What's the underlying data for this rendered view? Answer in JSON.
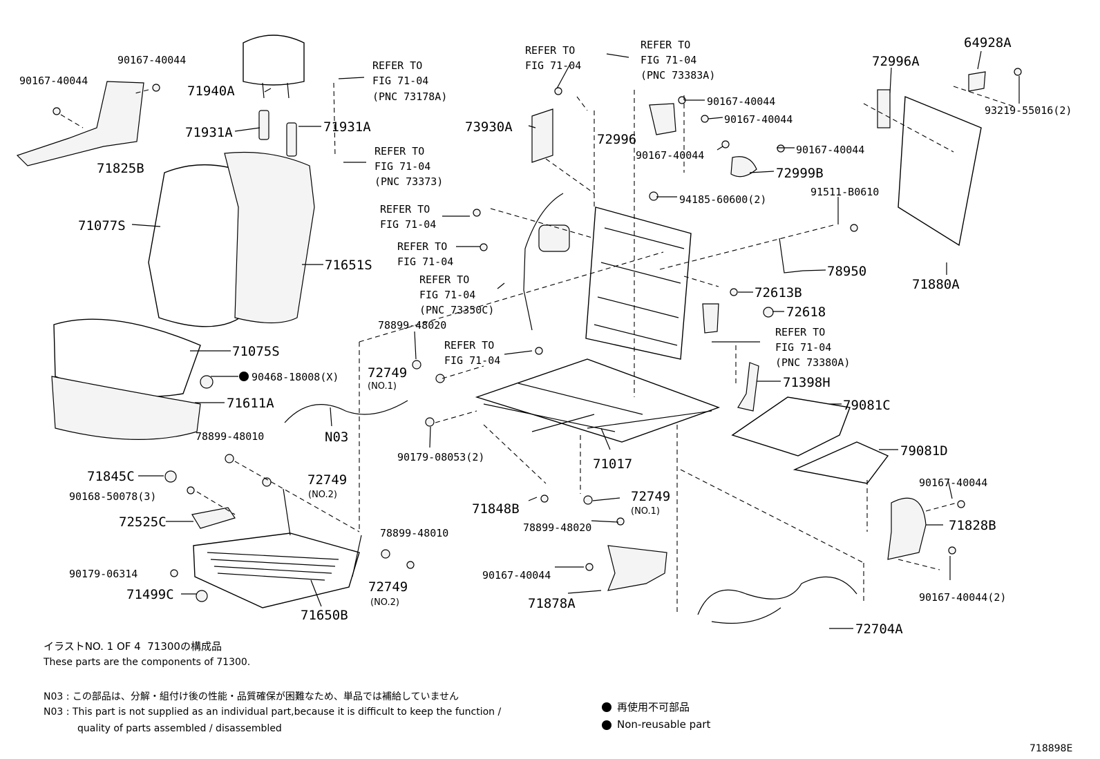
{
  "labels": {
    "l_90167_40044_a": "90167-40044",
    "l_90167_40044_b": "90167-40044",
    "l_71940a": "71940A",
    "l_71931a_l": "71931A",
    "l_71931a_r": "71931A",
    "l_71825b": "71825B",
    "l_71077s": "71077S",
    "l_71651s": "71651S",
    "l_71075s": "71075S",
    "l_90468": "90468-18008(X)",
    "l_71611a": "71611A",
    "l_78899_48010_a": "78899-48010",
    "l_71845c": "71845C",
    "l_90168": "90168-50078(3)",
    "l_72749_no2_a": "72749",
    "l_72749_no2_a_sub": "(NO.2)",
    "l_72525c": "72525C",
    "l_90179_06314": "90179-06314",
    "l_71499c": "71499C",
    "l_71650b": "71650B",
    "l_78899_48010_b": "78899-48010",
    "l_72749_no2_b": "72749",
    "l_72749_no2_b_sub": "(NO.2)",
    "l_n03": "N03",
    "l_78899_48020_a": "78899-48020",
    "l_72749_no1_a": "72749",
    "l_72749_no1_a_sub": "(NO.1)",
    "l_90179_08053": "90179-08053(2)",
    "l_73930a": "73930A",
    "l_72996": "72996",
    "l_71017": "71017",
    "l_71848b": "71848B",
    "l_72749_no1_b": "72749",
    "l_72749_no1_b_sub": "(NO.1)",
    "l_78899_48020_b": "78899-48020",
    "l_90167_40044_c": "90167-40044",
    "l_71878a": "71878A",
    "l_90167_40044_d": "90167-40044",
    "l_90167_40044_e": "90167-40044",
    "l_90167_40044_f": "90167-40044",
    "l_90167_40044_g": "90167-40044",
    "l_72999b": "72999B",
    "l_94185": "94185-60600(2)",
    "l_91511": "91511-B0610",
    "l_78950": "78950",
    "l_72613b": "72613B",
    "l_72618": "72618",
    "l_71398h": "71398H",
    "l_79081c": "79081C",
    "l_79081d": "79081D",
    "l_72996a": "72996A",
    "l_64928a": "64928A",
    "l_93219": "93219-55016(2)",
    "l_71880a": "71880A",
    "l_90167_40044_h": "90167-40044",
    "l_71828b": "71828B",
    "l_90167_40044_2": "90167-40044(2)",
    "l_72704a": "72704A"
  },
  "refers": {
    "r1": [
      "REFER TO",
      "FIG 71-04",
      "(PNC 73178A)"
    ],
    "r2": [
      "REFER TO",
      "FIG 71-04",
      "(PNC 73373)"
    ],
    "r3": [
      "REFER TO",
      "FIG 71-04"
    ],
    "r4": [
      "REFER TO",
      "FIG 71-04"
    ],
    "r5": [
      "REFER TO",
      "FIG 71-04",
      "(PNC 73350C)"
    ],
    "r6": [
      "REFER TO",
      "FIG 71-04"
    ],
    "r7": [
      "REFER TO",
      "FIG 71-04"
    ],
    "r8": [
      "REFER TO",
      "FIG 71-04",
      "(PNC 73383A)"
    ],
    "r9": [
      "REFER TO",
      "FIG 71-04",
      "(PNC 73380A)"
    ]
  },
  "notes": {
    "illust_jp": "イラストNO. 1 OF 4  71300の構成品",
    "illust_en": "These parts are the components of 71300.",
    "n03_jp": "N03 : この部品は、分解・組付け後の性能・品質確保が困難なため、単品では補給していません",
    "n03_en_1": "N03 : This part is not supplied as an individual part,because it is difficult to keep the function /",
    "n03_en_2": "quality of parts assembled / disassembled",
    "legend_jp": "再使用不可部品",
    "legend_en": "Non-reusable part",
    "figure_id": "718898E"
  }
}
